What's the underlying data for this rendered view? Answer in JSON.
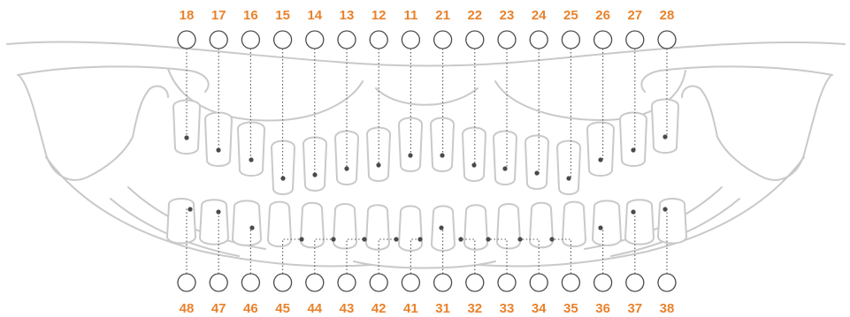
{
  "diagram": {
    "label_color": "#e8822c",
    "line_color": "#4a4a4a",
    "outline_color": "#c9c9c9",
    "upper_teeth": [
      {
        "number": "18",
        "icon": "circle-marker"
      },
      {
        "number": "17",
        "icon": "circle-marker"
      },
      {
        "number": "16",
        "icon": "circle-marker"
      },
      {
        "number": "15",
        "icon": "circle-marker"
      },
      {
        "number": "14",
        "icon": "circle-marker"
      },
      {
        "number": "13",
        "icon": "circle-marker"
      },
      {
        "number": "12",
        "icon": "circle-marker"
      },
      {
        "number": "11",
        "icon": "circle-marker"
      },
      {
        "number": "21",
        "icon": "circle-marker"
      },
      {
        "number": "22",
        "icon": "circle-marker"
      },
      {
        "number": "23",
        "icon": "circle-marker"
      },
      {
        "number": "24",
        "icon": "circle-marker"
      },
      {
        "number": "25",
        "icon": "circle-marker"
      },
      {
        "number": "26",
        "icon": "circle-marker"
      },
      {
        "number": "27",
        "icon": "circle-marker"
      },
      {
        "number": "28",
        "icon": "circle-marker"
      }
    ],
    "lower_teeth": [
      {
        "number": "48",
        "icon": "circle-marker"
      },
      {
        "number": "47",
        "icon": "circle-marker"
      },
      {
        "number": "46",
        "icon": "circle-marker"
      },
      {
        "number": "45",
        "icon": "circle-marker"
      },
      {
        "number": "44",
        "icon": "circle-marker"
      },
      {
        "number": "43",
        "icon": "circle-marker"
      },
      {
        "number": "42",
        "icon": "circle-marker"
      },
      {
        "number": "41",
        "icon": "circle-marker"
      },
      {
        "number": "31",
        "icon": "circle-marker"
      },
      {
        "number": "32",
        "icon": "circle-marker"
      },
      {
        "number": "33",
        "icon": "circle-marker"
      },
      {
        "number": "34",
        "icon": "circle-marker"
      },
      {
        "number": "35",
        "icon": "circle-marker"
      },
      {
        "number": "36",
        "icon": "circle-marker"
      },
      {
        "number": "37",
        "icon": "circle-marker"
      },
      {
        "number": "38",
        "icon": "circle-marker"
      }
    ]
  }
}
